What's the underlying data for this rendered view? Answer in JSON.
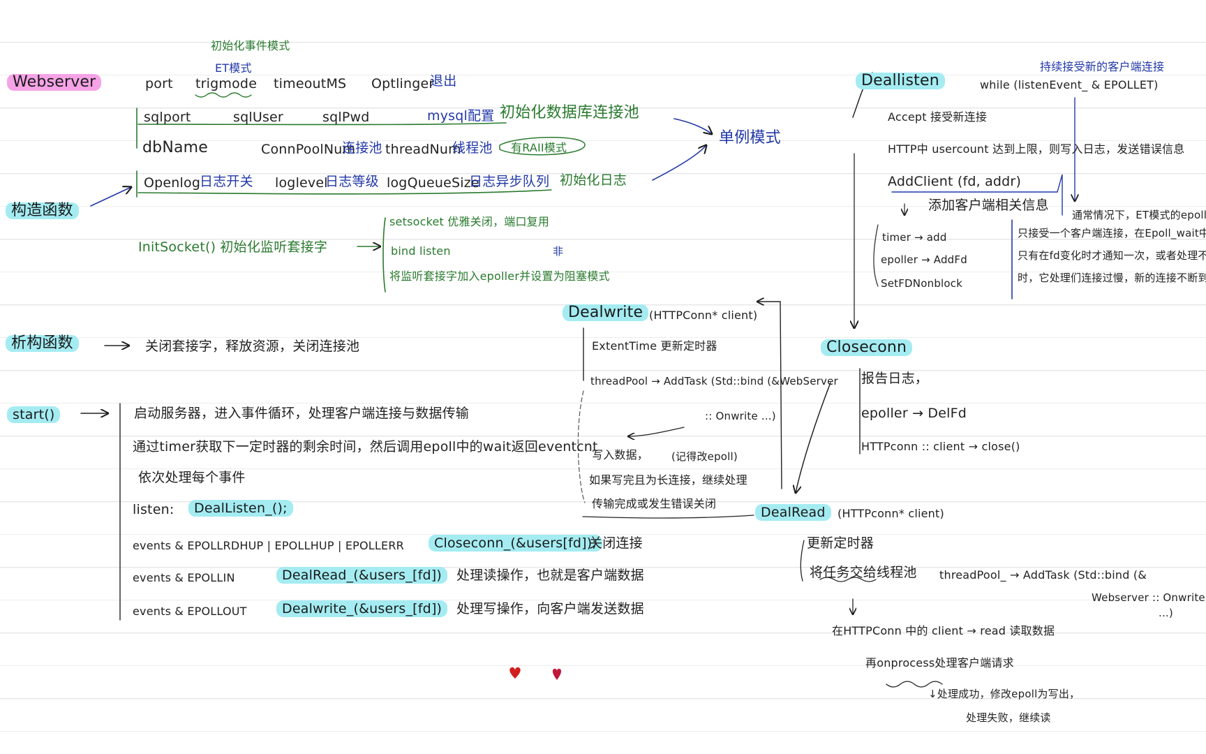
{
  "title": "Webserver",
  "top_note": "初始化事件模式",
  "et_note": "ET模式",
  "params": {
    "port": "port",
    "trigmode": "trigmode",
    "timeoutms": "timeoutMS",
    "optlinger": "Optlinger",
    "optlinger_note": "退出"
  },
  "constructor": {
    "label": "构造函数",
    "sql_row": {
      "sqlport": "sqlport",
      "sqluser": "sqlUser",
      "sqlpwd": "sqlPwd",
      "mysql_note": "mysql配置",
      "pool_init": "初始化数据库连接池"
    },
    "db_row": {
      "dbname": "dbName",
      "connpool": "ConnPoolNum",
      "connpool_note": "连接池",
      "threadnum": "threadNum",
      "threadnum_note": "线程池",
      "raii": "有RAII模式"
    },
    "log_row": {
      "openlog": "Openlog",
      "openlog_note": "日志开关",
      "loglevel": "loglevel",
      "loglevel_note": "日志等级",
      "logqueue": "logQueueSize",
      "logqueue_note": "日志异步队列",
      "log_init": "初始化日志"
    },
    "singleton": "单例模式",
    "initsocket": "InitSocket() 初始化监听套接字",
    "socket_steps": {
      "setsocket": "setsocket  优雅关闭，端口复用",
      "bind": "bind   listen",
      "epoll": "将监听套接字加入epoller并设置为阻塞模式",
      "non": "非"
    }
  },
  "destructor": {
    "label": "析构函数",
    "desc": "关闭套接字，释放资源，关闭连接池"
  },
  "start": {
    "label": "start()",
    "lines": [
      "启动服务器，进入事件循环，处理客户端连接与数据传输",
      "通过timer获取下一定时器的剩余时间，然后调用epoll中的wait返回eventcnt",
      "依次处理每个事件"
    ],
    "listen_label": "listen:",
    "listen_call": "DealListen_();",
    "ev1_cond": "events & EPOLLRDHUP | EPOLLHUP | EPOLLERR",
    "ev1_call": "Closeconn_(&users[fd]);",
    "ev1_note": "关闭连接",
    "ev2_cond": "events & EPOLLIN",
    "ev2_call": "DealRead_(&users_[fd])",
    "ev2_note": "处理读操作，也就是客户端数据",
    "ev3_cond": "events & EPOLLOUT",
    "ev3_call": "Dealwrite_(&users_[fd])",
    "ev3_note": "处理写操作，向客户端发送数据"
  },
  "deallisten": {
    "label": "Deallisten",
    "while": "while (listenEvent_ & EPOLLET)",
    "while_note": "持续接受新的客户端连接",
    "accept": "Accept 接受新连接",
    "usercount": "HTTP中 usercount 达到上限，则写入日志，发送错误信息",
    "addclient": "AddClient (fd, addr)",
    "addclient_note": "添加客户端相关信息",
    "steps": [
      "timer → add",
      "epoller → AddFd",
      "SetFDNonblock"
    ],
    "explain": [
      "通常情况下，ET模式的epoll",
      "只接受一个客户端连接，在Epoll_wait中，",
      "只有在fd变化时才通知一次，或者处理不及",
      "时，它处理们连接过慢，新的连接不断到来"
    ]
  },
  "dealwrite": {
    "label": "Dealwrite",
    "sig": "(HTTPConn* client)",
    "extent": "ExtentTime 更新定时器",
    "threadpool": "threadPool → AddTask (Std::bind (&WebServer",
    "onwrite": ":: Onwrite ...)",
    "notes": [
      "写入数据，",
      "如果写完且为长连接，继续处理",
      "传输完成或发生错误关闭"
    ],
    "note_side": "(记得改epoll)"
  },
  "closeconn": {
    "label": "Closeconn",
    "lines": [
      "报告日志，",
      "epoller → DelFd",
      "HTTPconn :: client → close()"
    ]
  },
  "dealread": {
    "label": "DealRead",
    "sig": "(HTTPconn* client)",
    "update": "更新定时器",
    "task": "将任务交给线程池",
    "threadpool": "threadPool_ → AddTask (Std::bind (&",
    "webserver": "Webserver :: Onwrite",
    "dots": "...)",
    "read": "在HTTPConn 中的 client → read 读取数据",
    "process": "再onprocess处理客户端请求",
    "success": "↓处理成功，修改epoll为写出，",
    "fail": "处理失败，继续读"
  },
  "colors": {
    "green": "#2a7a2e",
    "blue": "#2238a8",
    "cyan_highlight": "#a4ecf2",
    "pink_highlight": "#f5a3e6",
    "heart": "#d0201e"
  }
}
